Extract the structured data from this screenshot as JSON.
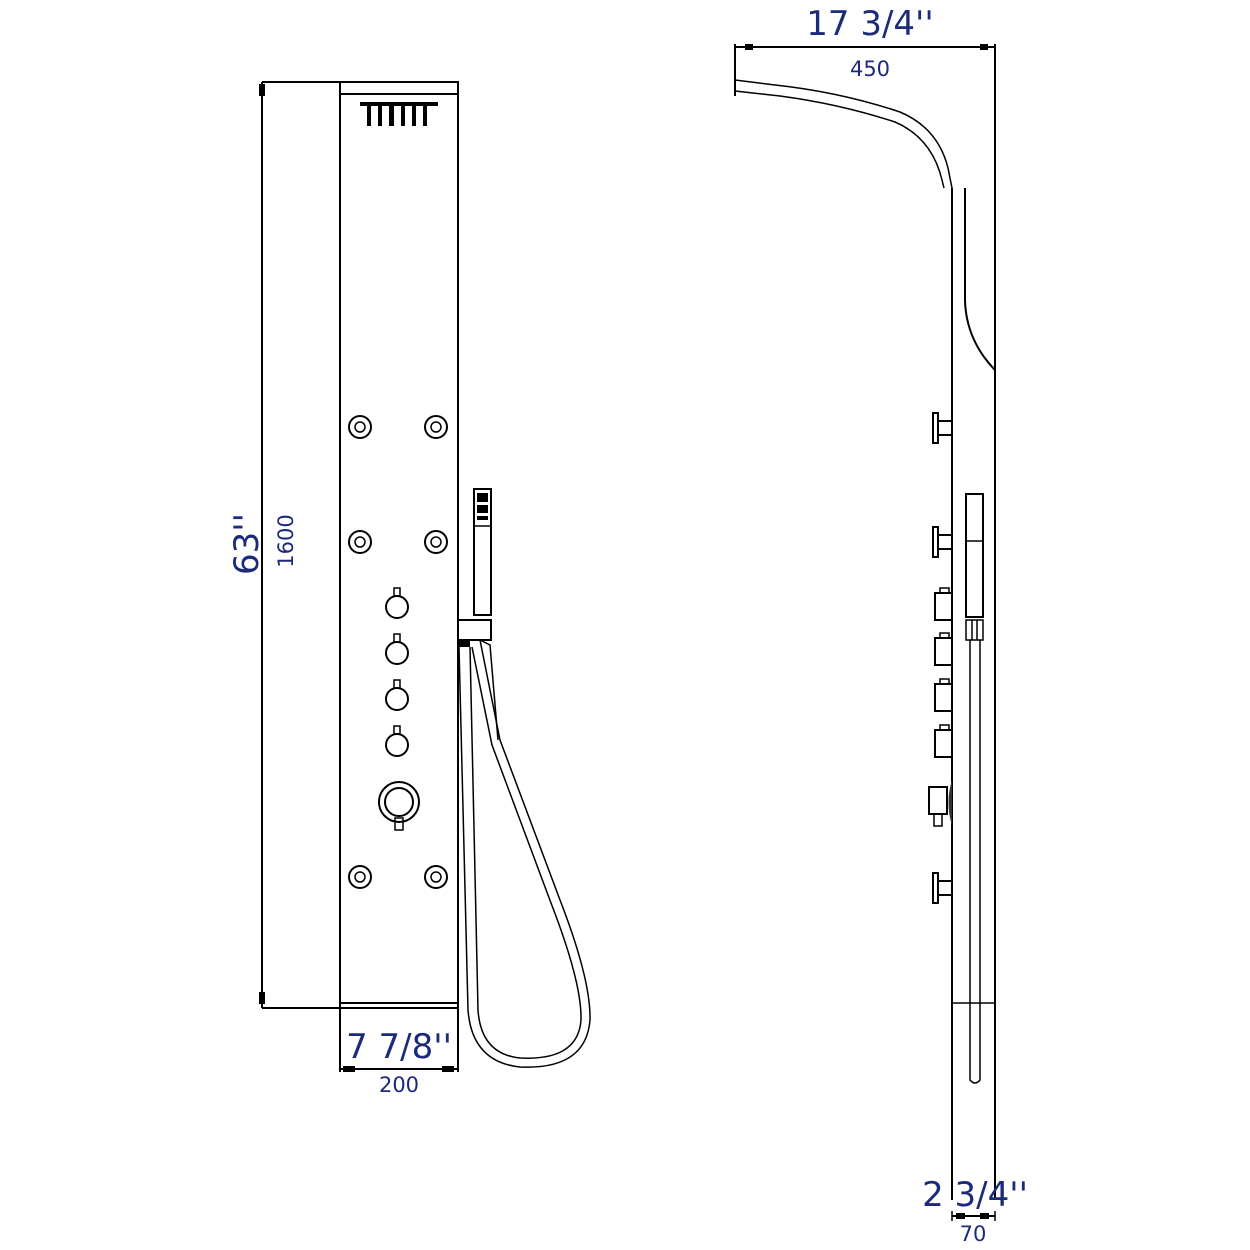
{
  "drawing": {
    "title": "Shower panel dimension drawing",
    "views": [
      "front-view",
      "side-view"
    ],
    "colors": {
      "line": "#000000",
      "dimension_text": "#1c2a7c",
      "background": "#ffffff"
    }
  },
  "dimensions": {
    "height": {
      "imperial": "63''",
      "metric": "1600"
    },
    "front_width": {
      "imperial": "7 7/8''",
      "metric": "200"
    },
    "top_depth": {
      "imperial": "17 3/4''",
      "metric": "450"
    },
    "side_depth": {
      "imperial": "2 3/4''",
      "metric": "70"
    }
  },
  "front_view": {
    "components": {
      "rain_head": 1,
      "body_jets": 6,
      "diverter_knobs": 4,
      "thermostatic_control": 1,
      "hand_shower": 1,
      "hose": 1
    }
  },
  "side_view": {
    "components": {
      "curved_top_arm": 1,
      "body_jets": 3,
      "diverter_knobs": 4,
      "thermostatic_control": 1,
      "hand_shower": 1
    }
  }
}
